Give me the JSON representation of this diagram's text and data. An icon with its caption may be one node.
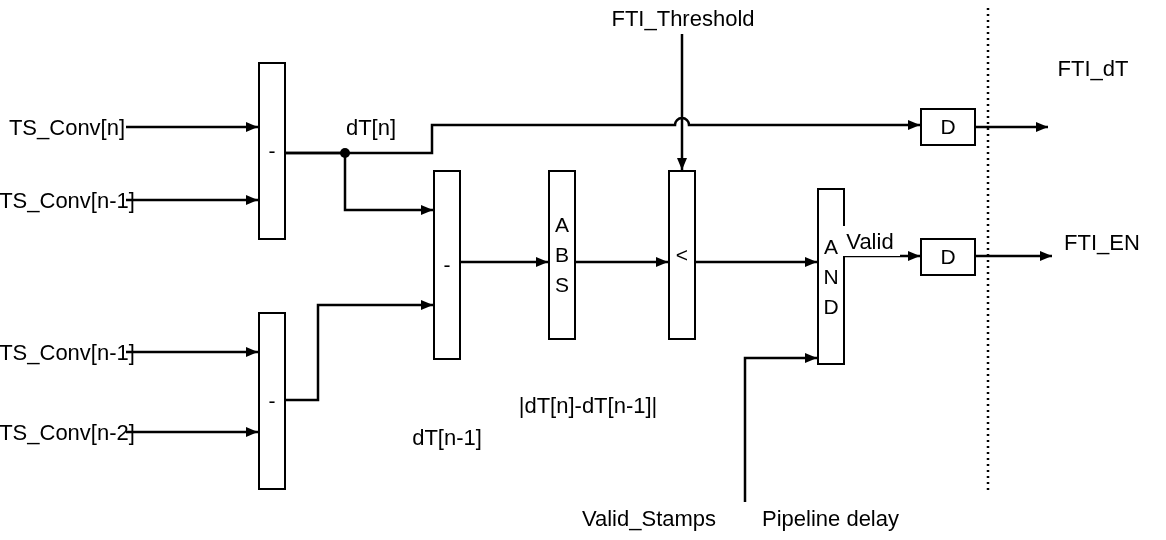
{
  "diagram": {
    "nodes": [
      {
        "text": [
          "TS_Conv[n]"
        ]
      },
      {
        "text": [
          "TS_Conv[n-1]"
        ]
      },
      {
        "text": [
          "TS_Conv[n-1]"
        ]
      },
      {
        "text": [
          "TS_Conv[n-2]"
        ]
      },
      {
        "text": [
          "-"
        ]
      },
      {
        "text": [
          "-"
        ]
      },
      {
        "text": [
          "-"
        ]
      },
      {
        "text": [
          "ABS"
        ]
      },
      {
        "text": [
          "<"
        ]
      },
      {
        "text": [
          "AND"
        ]
      },
      {
        "text": [
          "D"
        ]
      },
      {
        "text": [
          "D"
        ]
      },
      {
        "text": [
          "FTI_Threshold"
        ]
      },
      {
        "text": [
          "FTI_dT"
        ]
      },
      {
        "text": [
          "FTI_EN"
        ]
      },
      {
        "text": [
          "Valid_Stamps"
        ]
      }
    ],
    "edges": [
      {
        "from": 0,
        "to": 4,
        "arrow": "to"
      },
      {
        "from": 1,
        "to": 4,
        "arrow": "to"
      },
      {
        "from": 2,
        "to": 5,
        "arrow": "to"
      },
      {
        "from": 3,
        "to": 5,
        "arrow": "to"
      },
      {
        "from": 4,
        "to": 10,
        "arrow": "to"
      },
      {
        "from": 4,
        "to": 6,
        "arrow": "to"
      },
      {
        "from": 5,
        "to": 6,
        "arrow": "to"
      },
      {
        "from": 6,
        "to": 7,
        "arrow": "to"
      },
      {
        "from": 7,
        "to": 8,
        "arrow": "to"
      },
      {
        "from": 12,
        "to": 8,
        "arrow": "to"
      },
      {
        "from": 8,
        "to": 9,
        "arrow": "to"
      },
      {
        "from": 15,
        "to": 9,
        "arrow": "to"
      },
      {
        "from": 9,
        "to": 11,
        "arrow": "to"
      },
      {
        "from": 10,
        "to": 13,
        "arrow": "to"
      },
      {
        "from": 11,
        "to": 14,
        "arrow": "to"
      }
    ],
    "labels": [
      "dT[n]",
      "dT[n-1]",
      "|dT[n]-dT[n-1]|",
      "Valid",
      "Pipeline delay"
    ]
  }
}
